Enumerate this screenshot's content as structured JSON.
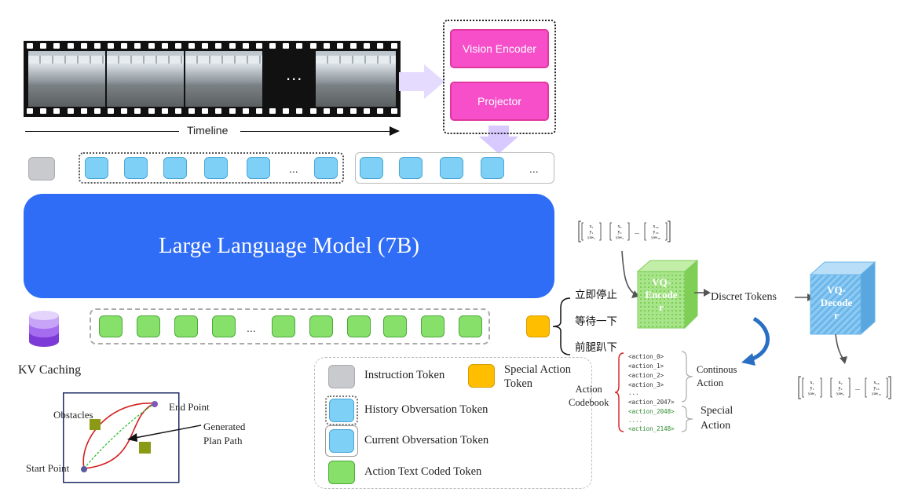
{
  "film": {
    "ellipsis": "...",
    "timeline_label": "Timeline"
  },
  "encoder": {
    "vision_encoder": "Vision Encoder",
    "projector": "Projector"
  },
  "llm": {
    "label": "Large Language Model (7B)"
  },
  "tokens": {
    "history_ellipsis": "...",
    "current_ellipsis": "...",
    "action_ellipsis": "..."
  },
  "kv": {
    "label": "KV Caching"
  },
  "plan": {
    "obstacles": "Obstacles",
    "end_point": "End Point",
    "start_point": "Start Point",
    "generated_plan_path": [
      "Generated",
      "Plan Path"
    ]
  },
  "legend": {
    "instruction_token": "Instruction Token",
    "special_action_token": [
      "Special Action",
      "Token"
    ],
    "history_observation_token": "History Obversation Token",
    "current_observation_token": "Current Obversation Token",
    "action_text_coded_token": "Action Text Coded Token"
  },
  "commands": [
    "立即停止",
    "等待一下",
    "前腿趴下"
  ],
  "codebook": {
    "label": [
      "Action",
      "Codebook"
    ],
    "entries": [
      "<action_0>",
      "<action_1>",
      "<action_2>",
      "<action_3>",
      "...",
      "<action_2047>"
    ],
    "special_entries": [
      "<action_2048>",
      "....",
      "<action_2148>"
    ],
    "continuous_action": [
      "Continous",
      "Action"
    ],
    "special_action": [
      "Special",
      "Action"
    ]
  },
  "vq": {
    "encoder_label": [
      "VQ-",
      "Encode",
      "r"
    ],
    "decoder_label": [
      "VQ-",
      "Decode",
      "r"
    ],
    "discrete_tokens": "Discret Tokens"
  },
  "matrix": {
    "top_cols": [
      [
        "x₁",
        "y₁",
        "yaw₁"
      ],
      [
        "x₂",
        "y₂",
        "yaw₂"
      ],
      [
        "x₁₆",
        "y₁₆",
        "yaw₁₆"
      ]
    ],
    "bottom_cols": [
      [
        "x₁",
        "y₁",
        "yaw₁"
      ],
      [
        "x₂",
        "y₂",
        "yaw₂"
      ],
      [
        "x₁₆",
        "y₁₆",
        "yaw₁₆"
      ]
    ],
    "ellipsis": "..."
  },
  "colors": {
    "llm_blue": "#2f6df6",
    "pink": "#f64fc9",
    "token_blue": "#7fd0f6",
    "token_green": "#86e06a",
    "token_gray": "#c8cacd",
    "token_orange": "#ffbf00",
    "vq_green": "#9be07a",
    "vq_blue": "#7ec3ee"
  }
}
